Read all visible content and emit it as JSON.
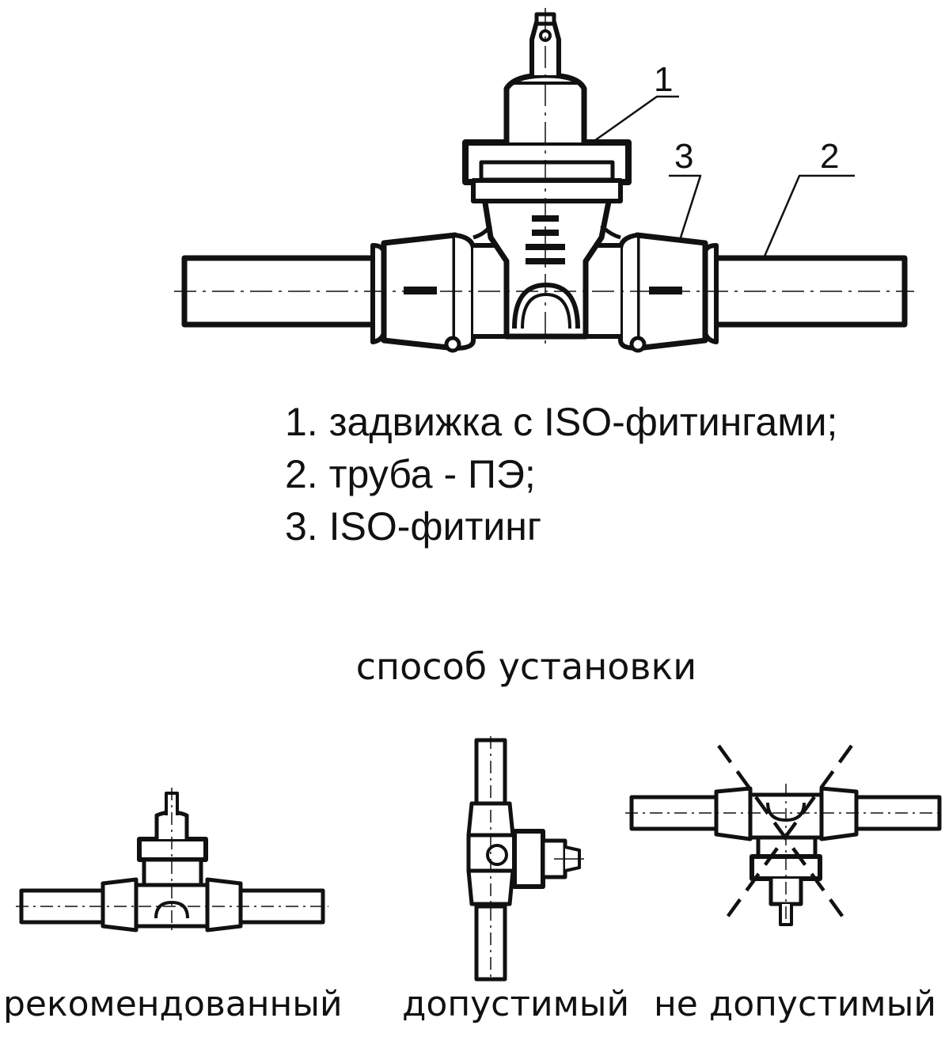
{
  "callouts": {
    "c1": "1",
    "c2": "2",
    "c3": "3"
  },
  "legend": {
    "item1": "1. задвижка с ISO-фитингами;",
    "item2": "2. труба - ПЭ;",
    "item3": "3. ISO-фитинг"
  },
  "install": {
    "title": "способ установки",
    "recommended": "рекомендованный",
    "allowed": "допустимый",
    "not_allowed": "не допустимый"
  },
  "colors": {
    "line": "#111111",
    "background": "#ffffff"
  }
}
